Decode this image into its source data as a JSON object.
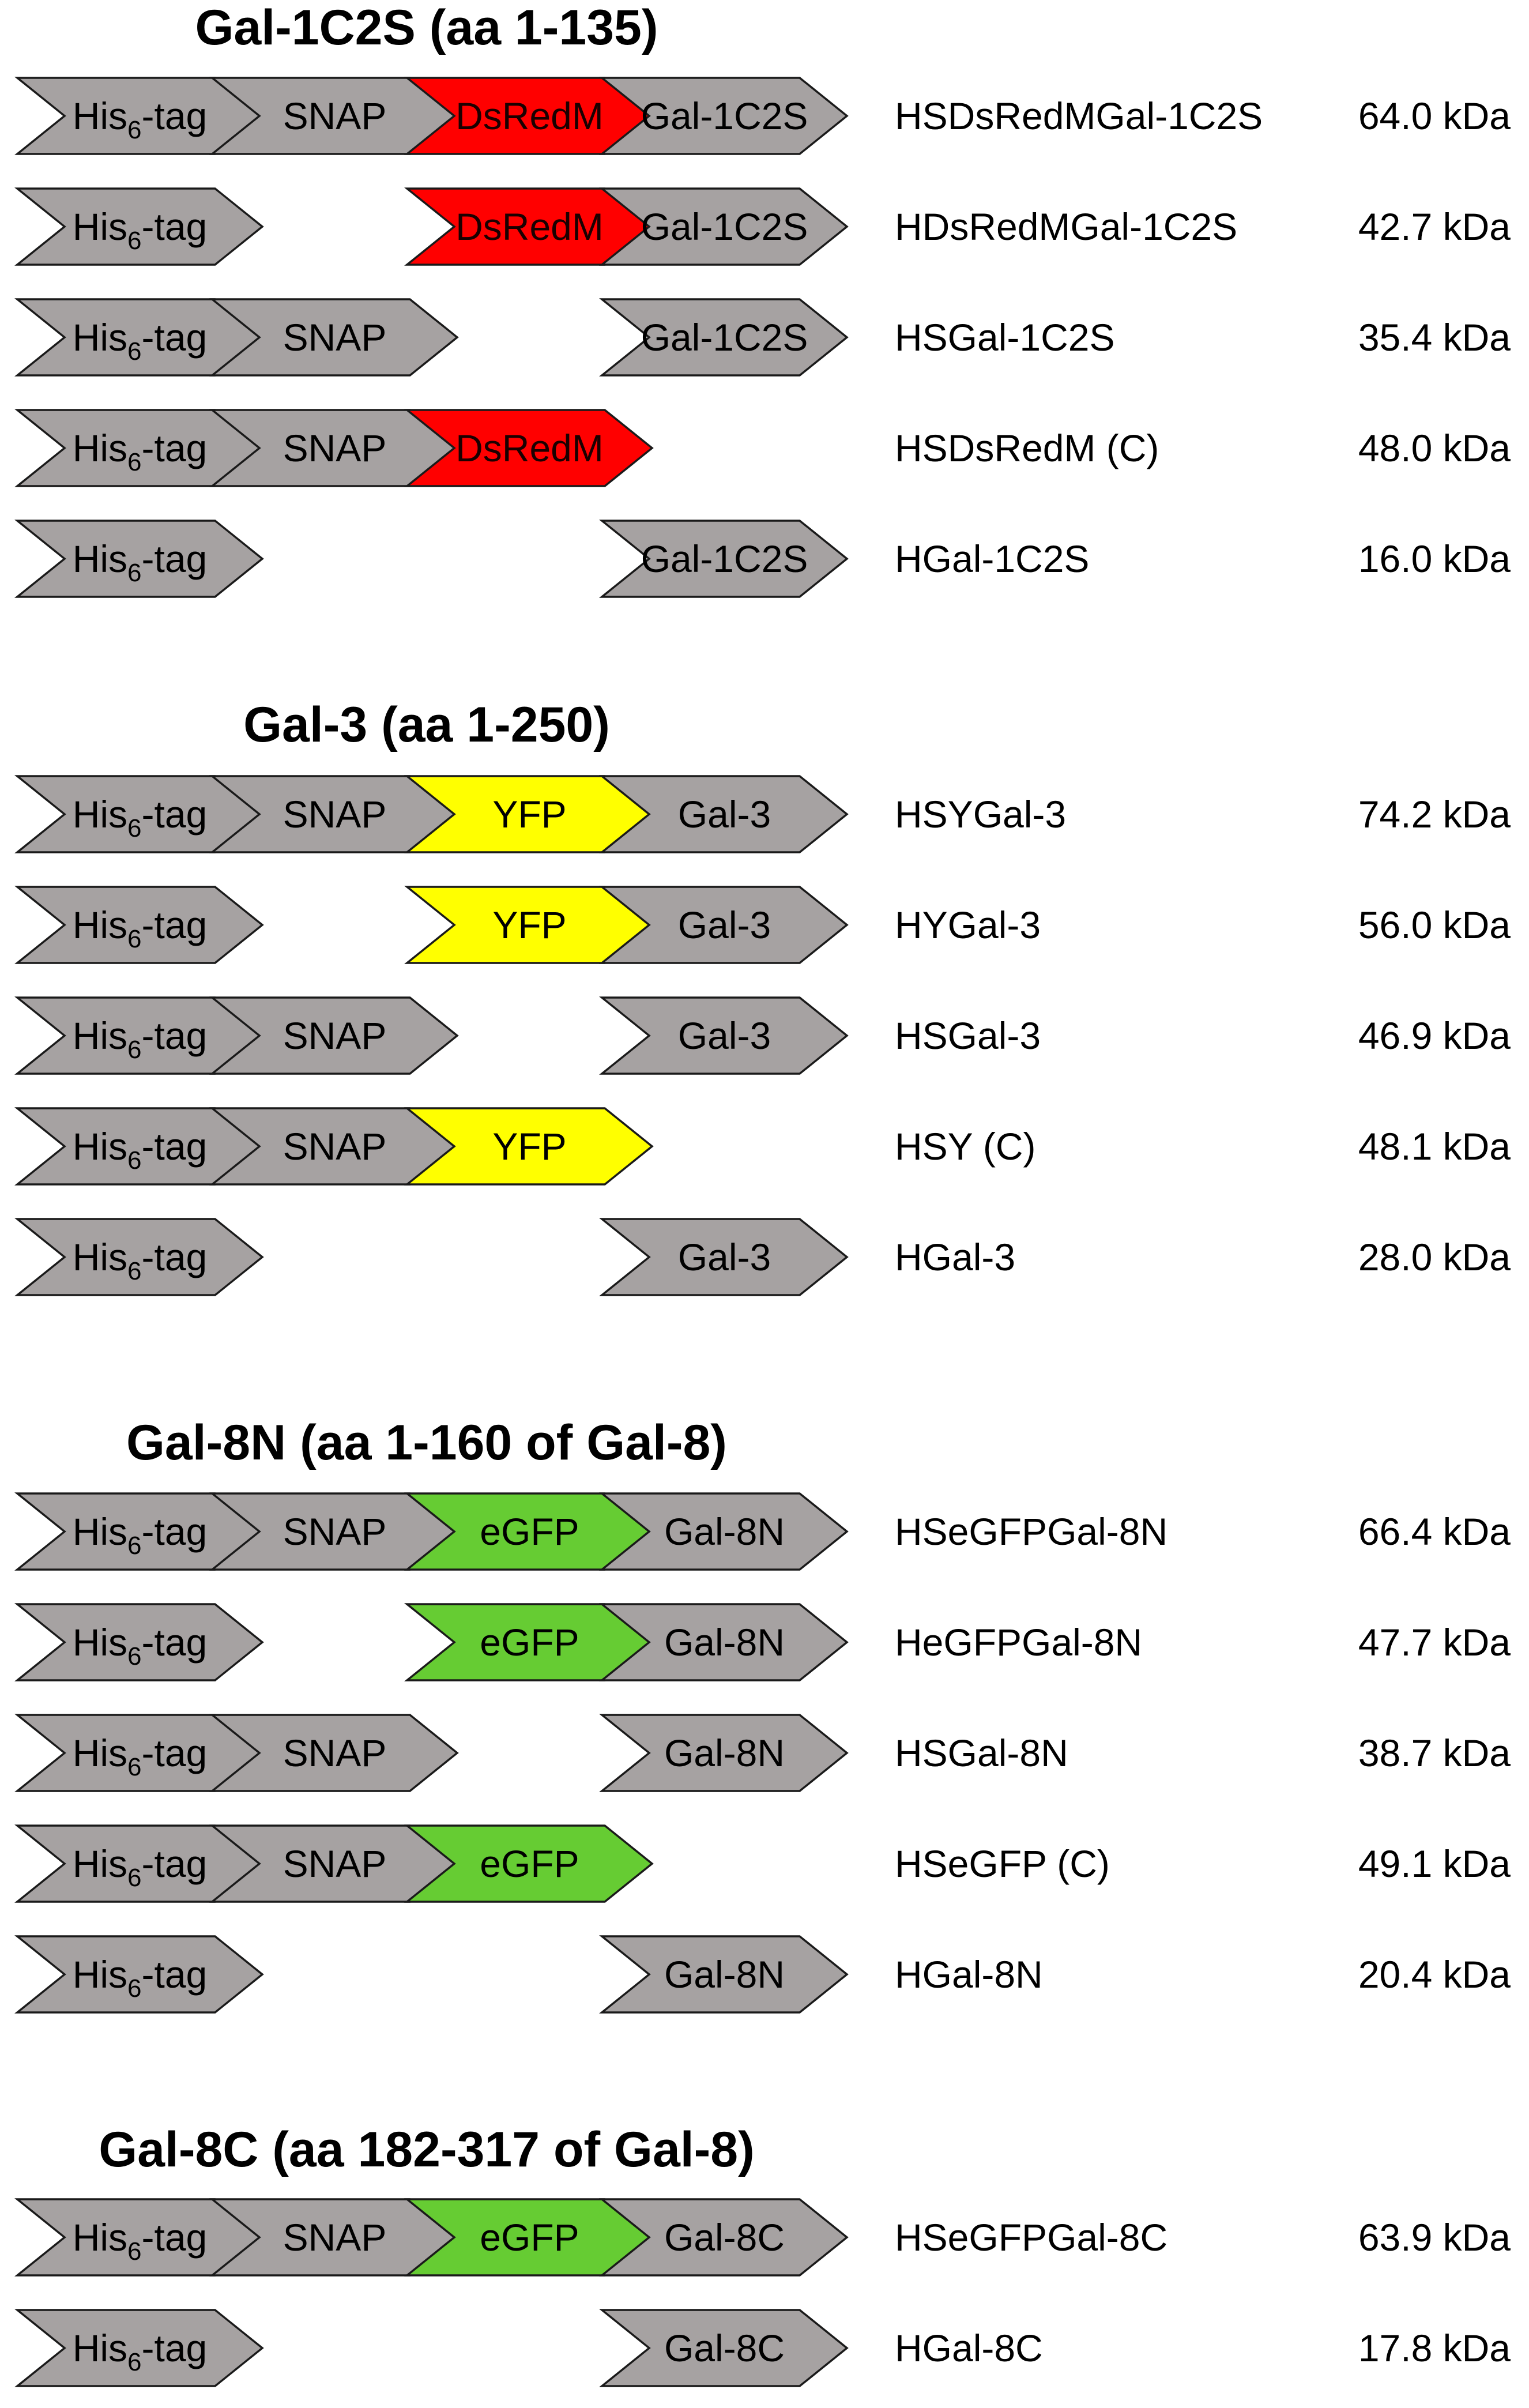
{
  "colors": {
    "grey": "#a6a2a2",
    "red": "#ff0000",
    "yellow": "#ffff00",
    "green": "#66cc33"
  },
  "domains": {
    "his": "His",
    "his_sub": "6",
    "his_suffix": "-tag",
    "snap": "SNAP",
    "dsredm": "DsRedM",
    "yfp": "YFP",
    "egfp": "eGFP"
  },
  "groups": [
    {
      "title": "Gal-1C2S (aa 1-135)",
      "fp": "dsredm",
      "fp_color": "red",
      "target": "Gal-1C2S",
      "rows": [
        {
          "segments": [
            "his",
            "snap",
            "fp",
            "target"
          ],
          "name": "HSDsRedMGal-1C2S",
          "mass": "64.0 kDa"
        },
        {
          "segments": [
            "his",
            "fp",
            "target"
          ],
          "name": "HDsRedMGal-1C2S",
          "mass": "42.7 kDa"
        },
        {
          "segments": [
            "his",
            "snap",
            "target"
          ],
          "name": "HSGal-1C2S",
          "mass": "35.4 kDa"
        },
        {
          "segments": [
            "his",
            "snap",
            "fp"
          ],
          "name": "HSDsRedM (C)",
          "mass": "48.0 kDa"
        },
        {
          "segments": [
            "his",
            "target"
          ],
          "name": "HGal-1C2S",
          "mass": "16.0 kDa"
        }
      ]
    },
    {
      "title": "Gal-3 (aa 1-250)",
      "fp": "yfp",
      "fp_color": "yellow",
      "target": "Gal-3",
      "rows": [
        {
          "segments": [
            "his",
            "snap",
            "fp",
            "target"
          ],
          "name": "HSYGal-3",
          "mass": "74.2 kDa"
        },
        {
          "segments": [
            "his",
            "fp",
            "target"
          ],
          "name": "HYGal-3",
          "mass": "56.0 kDa"
        },
        {
          "segments": [
            "his",
            "snap",
            "target"
          ],
          "name": "HSGal-3",
          "mass": "46.9 kDa"
        },
        {
          "segments": [
            "his",
            "snap",
            "fp"
          ],
          "name": "HSY (C)",
          "mass": "48.1 kDa"
        },
        {
          "segments": [
            "his",
            "target"
          ],
          "name": "HGal-3",
          "mass": "28.0 kDa"
        }
      ]
    },
    {
      "title": "Gal-8N (aa 1-160 of Gal-8)",
      "fp": "egfp",
      "fp_color": "green",
      "target": "Gal-8N",
      "rows": [
        {
          "segments": [
            "his",
            "snap",
            "fp",
            "target"
          ],
          "name": "HSeGFPGal-8N",
          "mass": "66.4 kDa"
        },
        {
          "segments": [
            "his",
            "fp",
            "target"
          ],
          "name": "HeGFPGal-8N",
          "mass": "47.7 kDa"
        },
        {
          "segments": [
            "his",
            "snap",
            "target"
          ],
          "name": "HSGal-8N",
          "mass": "38.7 kDa"
        },
        {
          "segments": [
            "his",
            "snap",
            "fp"
          ],
          "name": "HSeGFP (C)",
          "mass": "49.1 kDa"
        },
        {
          "segments": [
            "his",
            "target"
          ],
          "name": "HGal-8N",
          "mass": "20.4 kDa"
        }
      ]
    },
    {
      "title": "Gal-8C (aa 182-317 of Gal-8)",
      "fp": "egfp",
      "fp_color": "green",
      "target": "Gal-8C",
      "rows": [
        {
          "segments": [
            "his",
            "snap",
            "fp",
            "target"
          ],
          "name": "HSeGFPGal-8C",
          "mass": "63.9 kDa"
        },
        {
          "segments": [
            "his",
            "target"
          ],
          "name": "HGal-8C",
          "mass": "17.8 kDa"
        }
      ]
    }
  ]
}
